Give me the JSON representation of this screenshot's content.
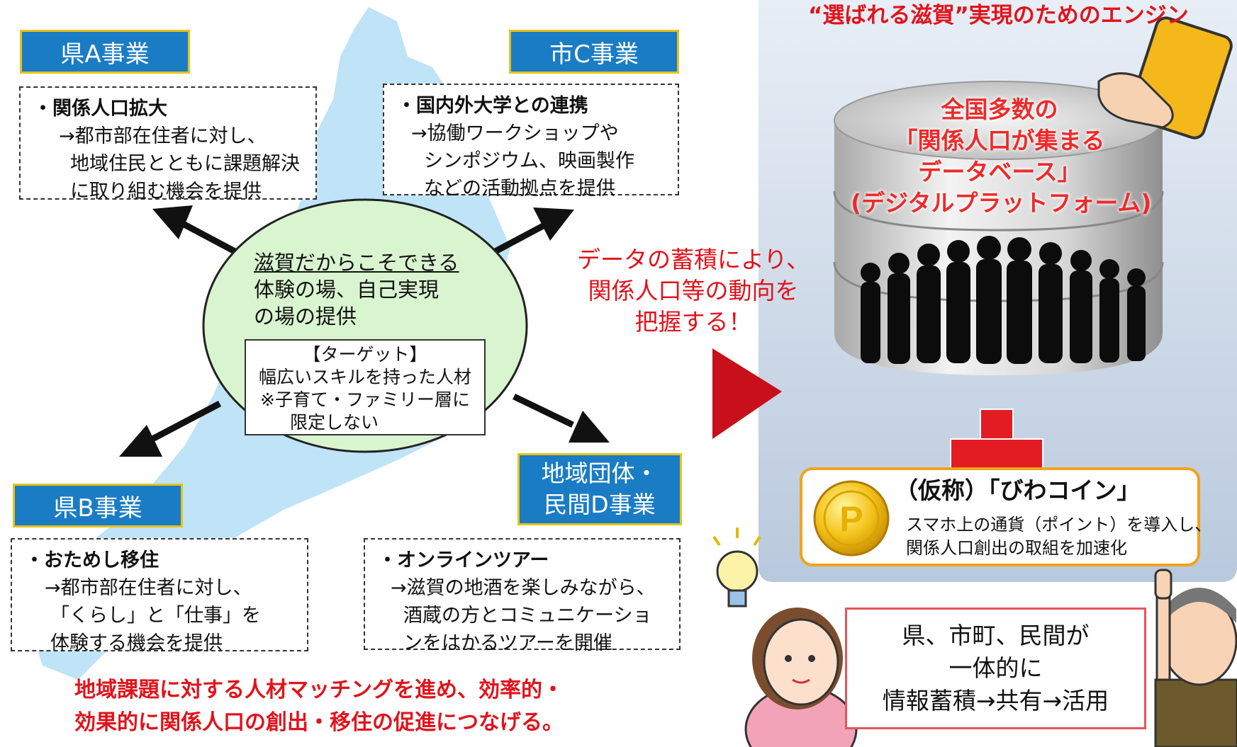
{
  "headline": "“選ばれる滋賀”実現のためのエンジン",
  "projects": {
    "a": {
      "label": "県A事業",
      "title": "・関係人口拡大",
      "lines": [
        "→都市部在住者に対し、",
        "地域住民とともに課題解決",
        "に取り組む機会を提供"
      ]
    },
    "c": {
      "label": "市C事業",
      "title": "・国内外大学との連携",
      "lines": [
        "→協働ワークショップや",
        "シンポジウム、映画製作",
        "などの活動拠点を提供"
      ]
    },
    "b": {
      "label": "県B事業",
      "title": "・おためし移住",
      "lines": [
        "→都市部在住者に対し、",
        "「くらし」と「仕事」を",
        "体験する機会を提供"
      ]
    },
    "d": {
      "label_lines": [
        "地域団体・",
        "民間D事業"
      ],
      "title": "・オンラインツアー",
      "lines": [
        "→滋賀の地酒を楽しみながら、",
        "酒蔵の方とコミュニケーショ",
        "ンをはかるツアーを開催"
      ]
    }
  },
  "center": {
    "underlined": "滋賀だからこそできる",
    "lines": [
      "体験の場、自己実現",
      "の場の提供"
    ],
    "target_lines": [
      "【ターゲット】",
      "幅広いスキルを持った人材",
      "※子育て・ファミリー層に",
      "限定しない"
    ]
  },
  "arrow_text": [
    "データの蓄積により、",
    "関係人口等の動向を",
    "把握する！"
  ],
  "database_lines": [
    "全国多数の",
    "「関係人口が集まる",
    "データベース」",
    "(デジタルプラットフォーム)"
  ],
  "coin": {
    "title": "（仮称）「びわコイン」",
    "lines": [
      "スマホ上の通貨（ポイント）を導入し、",
      "関係人口創出の取組を加速化"
    ],
    "symbol": "P"
  },
  "collab_lines": [
    "県、市町、民間が",
    "一体的に",
    "情報蓄積→共有→活用"
  ],
  "bottom_lines": [
    "地域課題に対する人材マッチングを進め、効率的・",
    "効果的に関係人口の創出・移住の促進につなげる。"
  ],
  "colors": {
    "label_bg": "#1a7cc4",
    "label_border": "#e8c21a",
    "red_text": "#e0141c",
    "map_fill": "#bfe3f7",
    "ellipse_fill": "#d9f5d0",
    "coin_border": "#f2a31c",
    "panel_gradient_top": "#c6d4e6"
  },
  "icons": [
    "tablet-hand-icon",
    "database-cylinder-icon",
    "people-silhouette-icon",
    "plus-icon",
    "coin-icon",
    "lightbulb-icon",
    "woman-icon",
    "man-pointing-icon",
    "play-triangle-icon"
  ]
}
